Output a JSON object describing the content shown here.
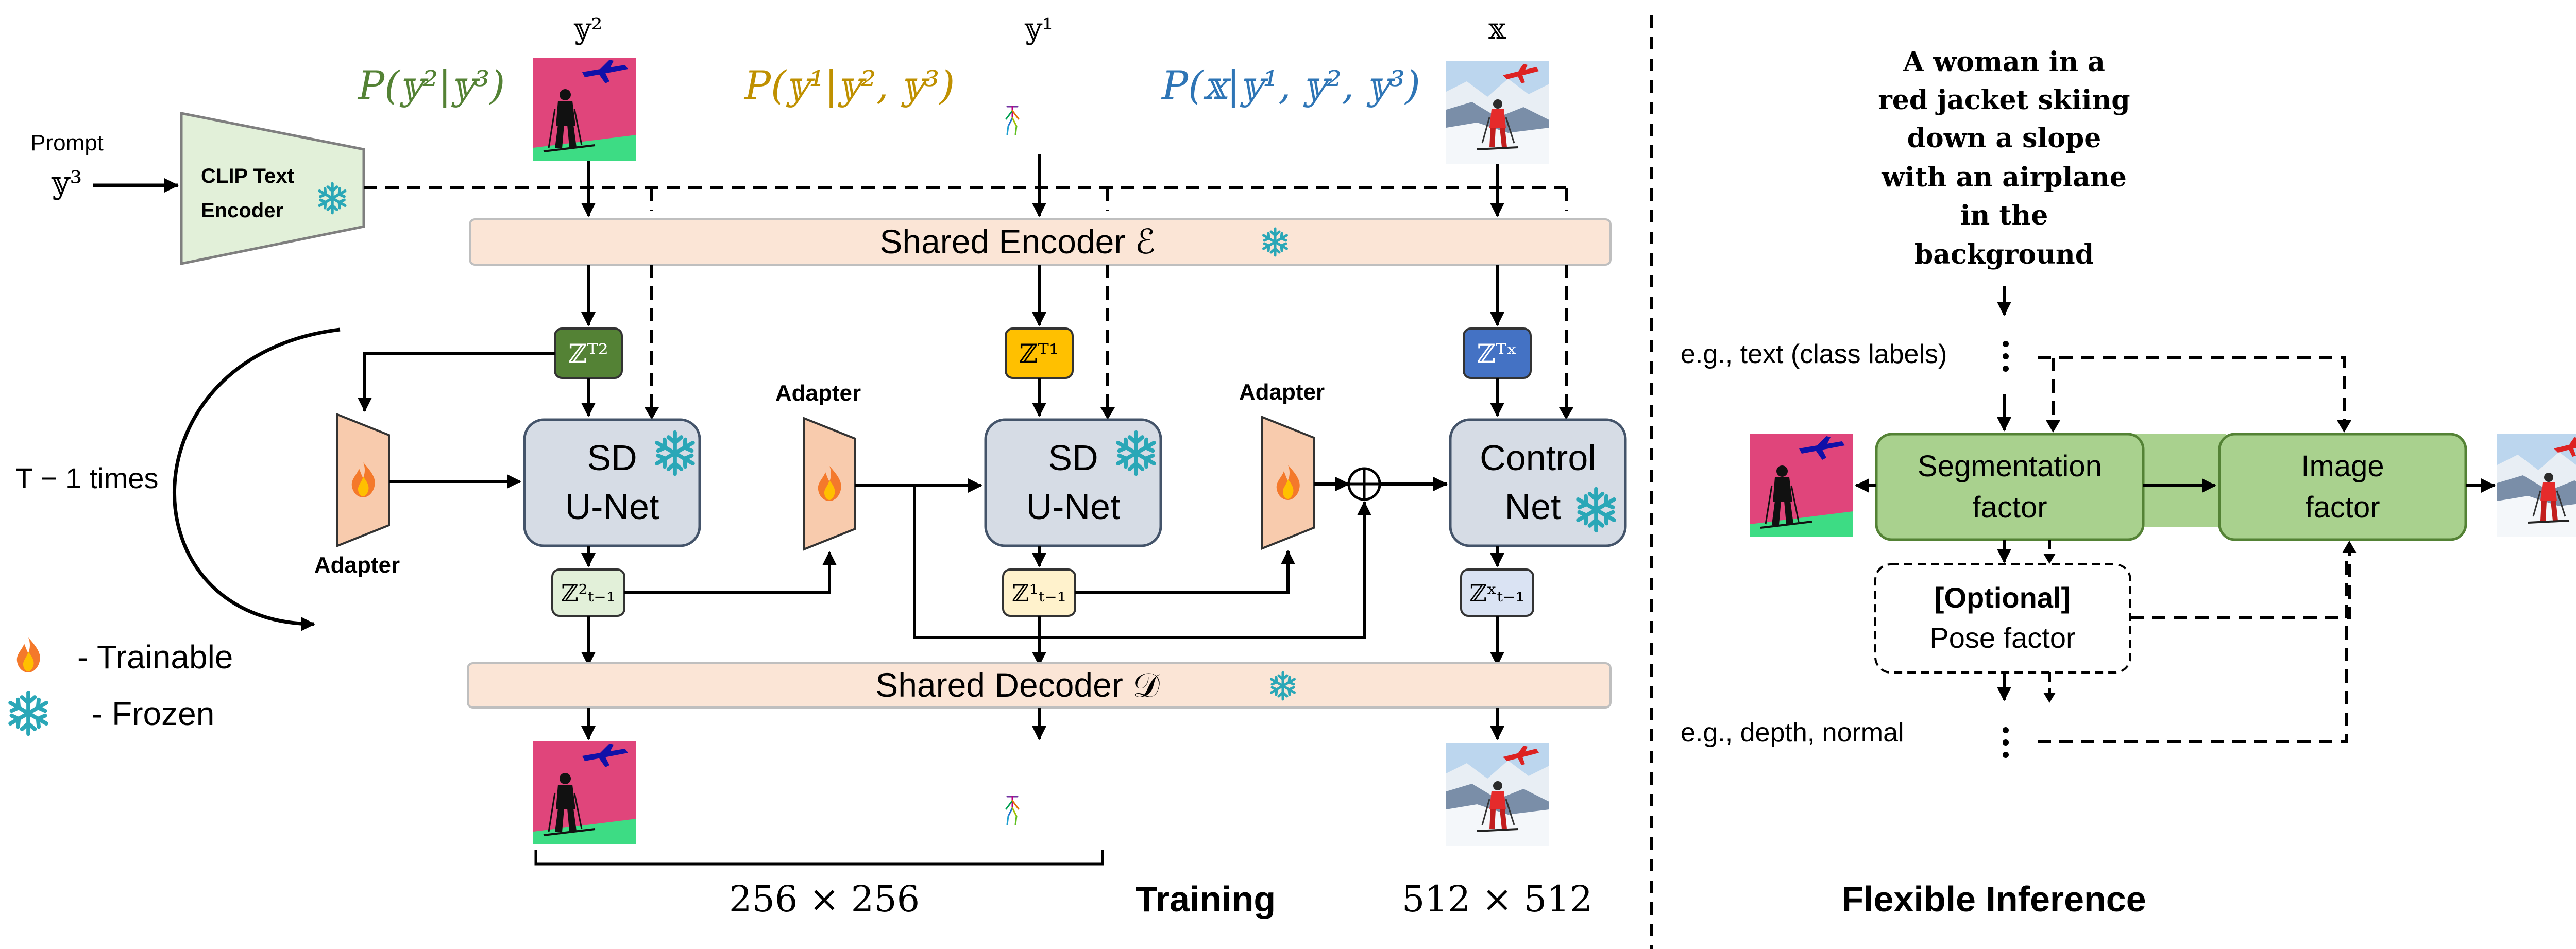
{
  "labels": {
    "y2": "𝕪²",
    "y1": "𝕪¹",
    "x": "𝕩",
    "p_y2_given_y3": "P(𝕪²|𝕪³)",
    "p_y1_given_y2_y3": "P(𝕪¹|𝕪², 𝕪³)",
    "p_x_given_y1_y2_y3": "P(𝕩|𝕪¹, 𝕪², 𝕪³)",
    "prompt": "Prompt",
    "y3": "𝕪³",
    "clip_line1": "CLIP Text",
    "clip_line2": "Encoder",
    "shared_encoder": "Shared Encoder ℰ",
    "shared_decoder": "Shared Decoder 𝒟",
    "z_T_2": "ℤᵀ²",
    "z_T_1": "ℤᵀ¹",
    "z_T_x": "ℤᵀˣ",
    "z_Tm1_2": "ℤ²ₜ₋₁",
    "z_Tm1_1": "ℤ¹ₜ₋₁",
    "z_Tm1_x": "ℤˣₜ₋₁",
    "sd": "SD",
    "unet": "U-Net",
    "control": "Control",
    "net": "Net",
    "adapter": "Adapter",
    "t_minus_1": "T − 1 times",
    "trainable": "- Trainable",
    "frozen": "- Frozen",
    "res_256": "256 × 256",
    "res_512": "512 × 512",
    "training": "Training",
    "flexible_inference": "Flexible Inference",
    "caption": [
      "A woman in a",
      "red jacket skiing",
      "down a slope",
      "with an airplane",
      "in the",
      "background"
    ],
    "eg_text": "e.g., text (class labels)",
    "eg_depth": "e.g., depth, normal",
    "seg_line1": "Segmentation",
    "seg_line2": "factor",
    "img_line1": "Image",
    "img_line2": "factor",
    "optional": "[Optional]",
    "pose_factor": "Pose factor"
  },
  "colors": {
    "green_text": "#548235",
    "gold_text": "#BF9000",
    "blue_text": "#2E75B6",
    "encoder_fill": "#FBE5D6",
    "clip_fill": "#E2F0D9",
    "unet_fill": "#D6DCE5",
    "adapter_fill": "#F8CBAD",
    "z_green": "#548235",
    "z_yellow": "#FFC000",
    "z_blue": "#4472C4",
    "z_light_green": "#E2F0D9",
    "z_light_yellow": "#FFF2CC",
    "z_light_blue": "#DAE3F3",
    "factor_fill": "#A9D18E",
    "snow": "#2AA7B7",
    "flame": "#F4792B",
    "seg_pink": "#E0457B",
    "seg_green": "#3DDC84"
  },
  "icons": [
    "snowflake-icon",
    "flame-icon"
  ]
}
